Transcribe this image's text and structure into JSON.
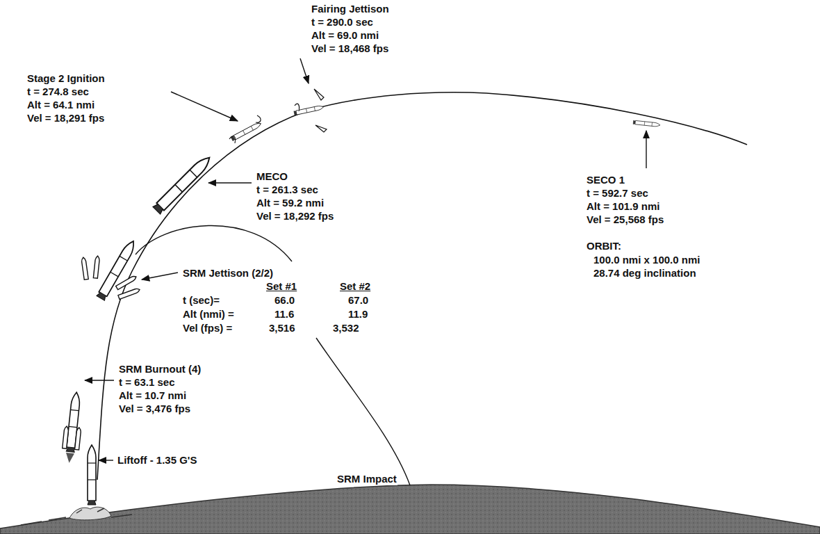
{
  "diagram": {
    "labels": [
      "Fairing Jettison",
      "t = 290.0 sec",
      "Alt = 69.0 nmi",
      "Vel = 18,468 fps",
      "Stage 2 Ignition",
      "t = 274.8 sec",
      "Alt = 64.1 nmi",
      "Vel = 18,291 fps",
      "MECO",
      "t = 261.3 sec",
      "Alt = 59.2 nmi",
      "Vel = 18,292 fps",
      "SECO 1",
      "t = 592.7 sec",
      "Alt = 101.9 nmi",
      "Vel = 25,568 fps",
      "ORBIT:",
      "100.0 nmi x 100.0 nmi",
      "28.74 deg inclination",
      "SRM Jettison (2/2)",
      "Set #1",
      "Set #2",
      "t (sec)=",
      "66.0",
      "67.0",
      "Alt (nmi) =",
      "11.6",
      "11.9",
      "Vel (fps) =",
      "3,516",
      "3,532",
      "SRM Burnout (4)",
      "t = 63.1 sec",
      "Alt = 10.7 nmi",
      "Vel = 3,476 fps",
      "Liftoff - 1.35 G'S",
      "SRM Impact"
    ]
  }
}
